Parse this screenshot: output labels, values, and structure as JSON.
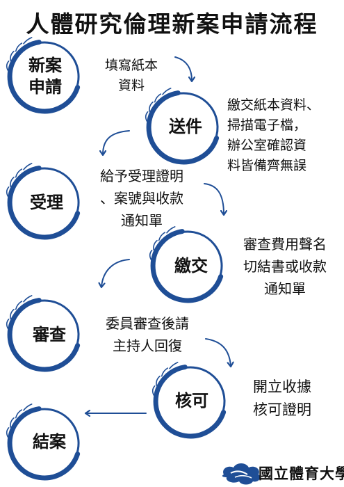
{
  "title": "人體研究倫理新案申請流程",
  "colors": {
    "accent": "#1f4e96",
    "text": "#111111",
    "background": "#ffffff"
  },
  "steps": [
    {
      "id": "new-case",
      "lines": [
        "新案",
        "申請"
      ]
    },
    {
      "id": "submit",
      "lines": [
        "送件"
      ]
    },
    {
      "id": "accept",
      "lines": [
        "受理"
      ]
    },
    {
      "id": "pay",
      "lines": [
        "繳交"
      ]
    },
    {
      "id": "review",
      "lines": [
        "審查"
      ]
    },
    {
      "id": "approve",
      "lines": [
        "核可"
      ]
    },
    {
      "id": "close",
      "lines": [
        "結案"
      ]
    }
  ],
  "notes": [
    {
      "id": "fill-paper",
      "lines": [
        "填寫紙本",
        "資料"
      ]
    },
    {
      "id": "submit-docs",
      "lines": [
        "繳交紙本資料、",
        "掃描電子檔，",
        "辦公室確認資",
        "料皆備齊無誤"
      ]
    },
    {
      "id": "issue-receipt",
      "lines": [
        "給予受理證明",
        "、案號與收款",
        "通知單"
      ]
    },
    {
      "id": "review-fee",
      "lines": [
        "審查費用聲名",
        "切結書或收款",
        "通知單"
      ]
    },
    {
      "id": "committee-review",
      "lines": [
        "委員審查後請",
        "主持人回復"
      ]
    },
    {
      "id": "approval-docs",
      "lines": [
        "開立收據",
        "核可證明"
      ]
    }
  ],
  "logo": {
    "text": "國立體育大學",
    "icon": "cloud-logo-icon"
  }
}
